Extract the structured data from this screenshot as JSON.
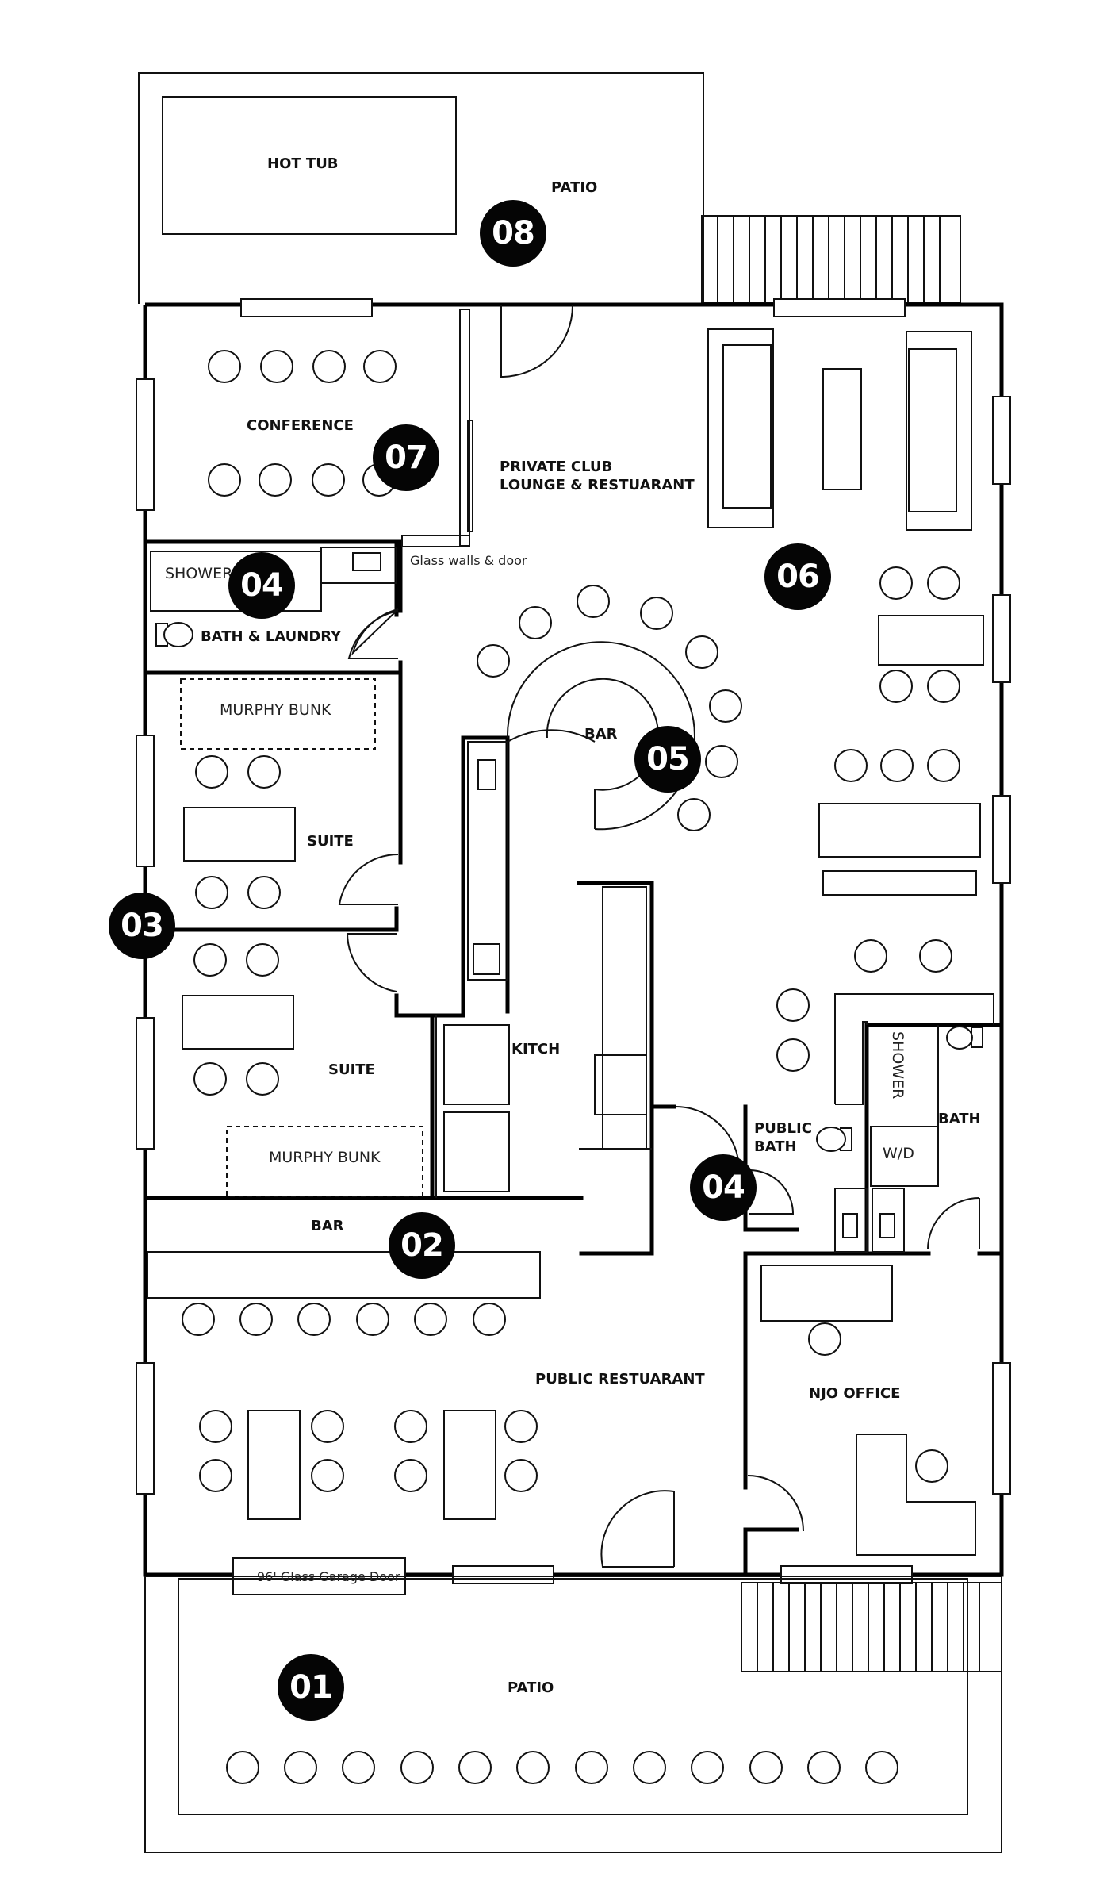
{
  "rooms": {
    "hot_tub": "HOT TUB",
    "patio_top": "PATIO",
    "conference": "CONFERENCE",
    "private_club": "PRIVATE CLUB\nLOUNGE & RESTUARANT",
    "glass_walls": "Glass walls & door",
    "shower_wd": "SHOWER W/D",
    "bath_laundry": "BATH & LAUNDRY",
    "murphy_top": "MURPHY BUNK",
    "suite_top": "SUITE",
    "bar_center": "BAR",
    "suite_bottom": "SUITE",
    "murphy_bottom": "MURPHY BUNK",
    "kitch": "KITCH",
    "public_bath": "PUBLIC\nBATH",
    "shower_vert": "SHOWER",
    "bath_right": "BATH",
    "wd_right": "W/D",
    "bar_bottom": "BAR",
    "public_restaurant": "PUBLIC RESTUARANT",
    "njo_office": "NJO OFFICE",
    "garage_door": "96' Glass Garage Door",
    "patio_bottom": "PATIO"
  },
  "badges": {
    "b01": "01",
    "b02": "02",
    "b03": "03",
    "b04a": "04",
    "b04b": "04",
    "b05": "05",
    "b06": "06",
    "b07": "07",
    "b08": "08"
  }
}
